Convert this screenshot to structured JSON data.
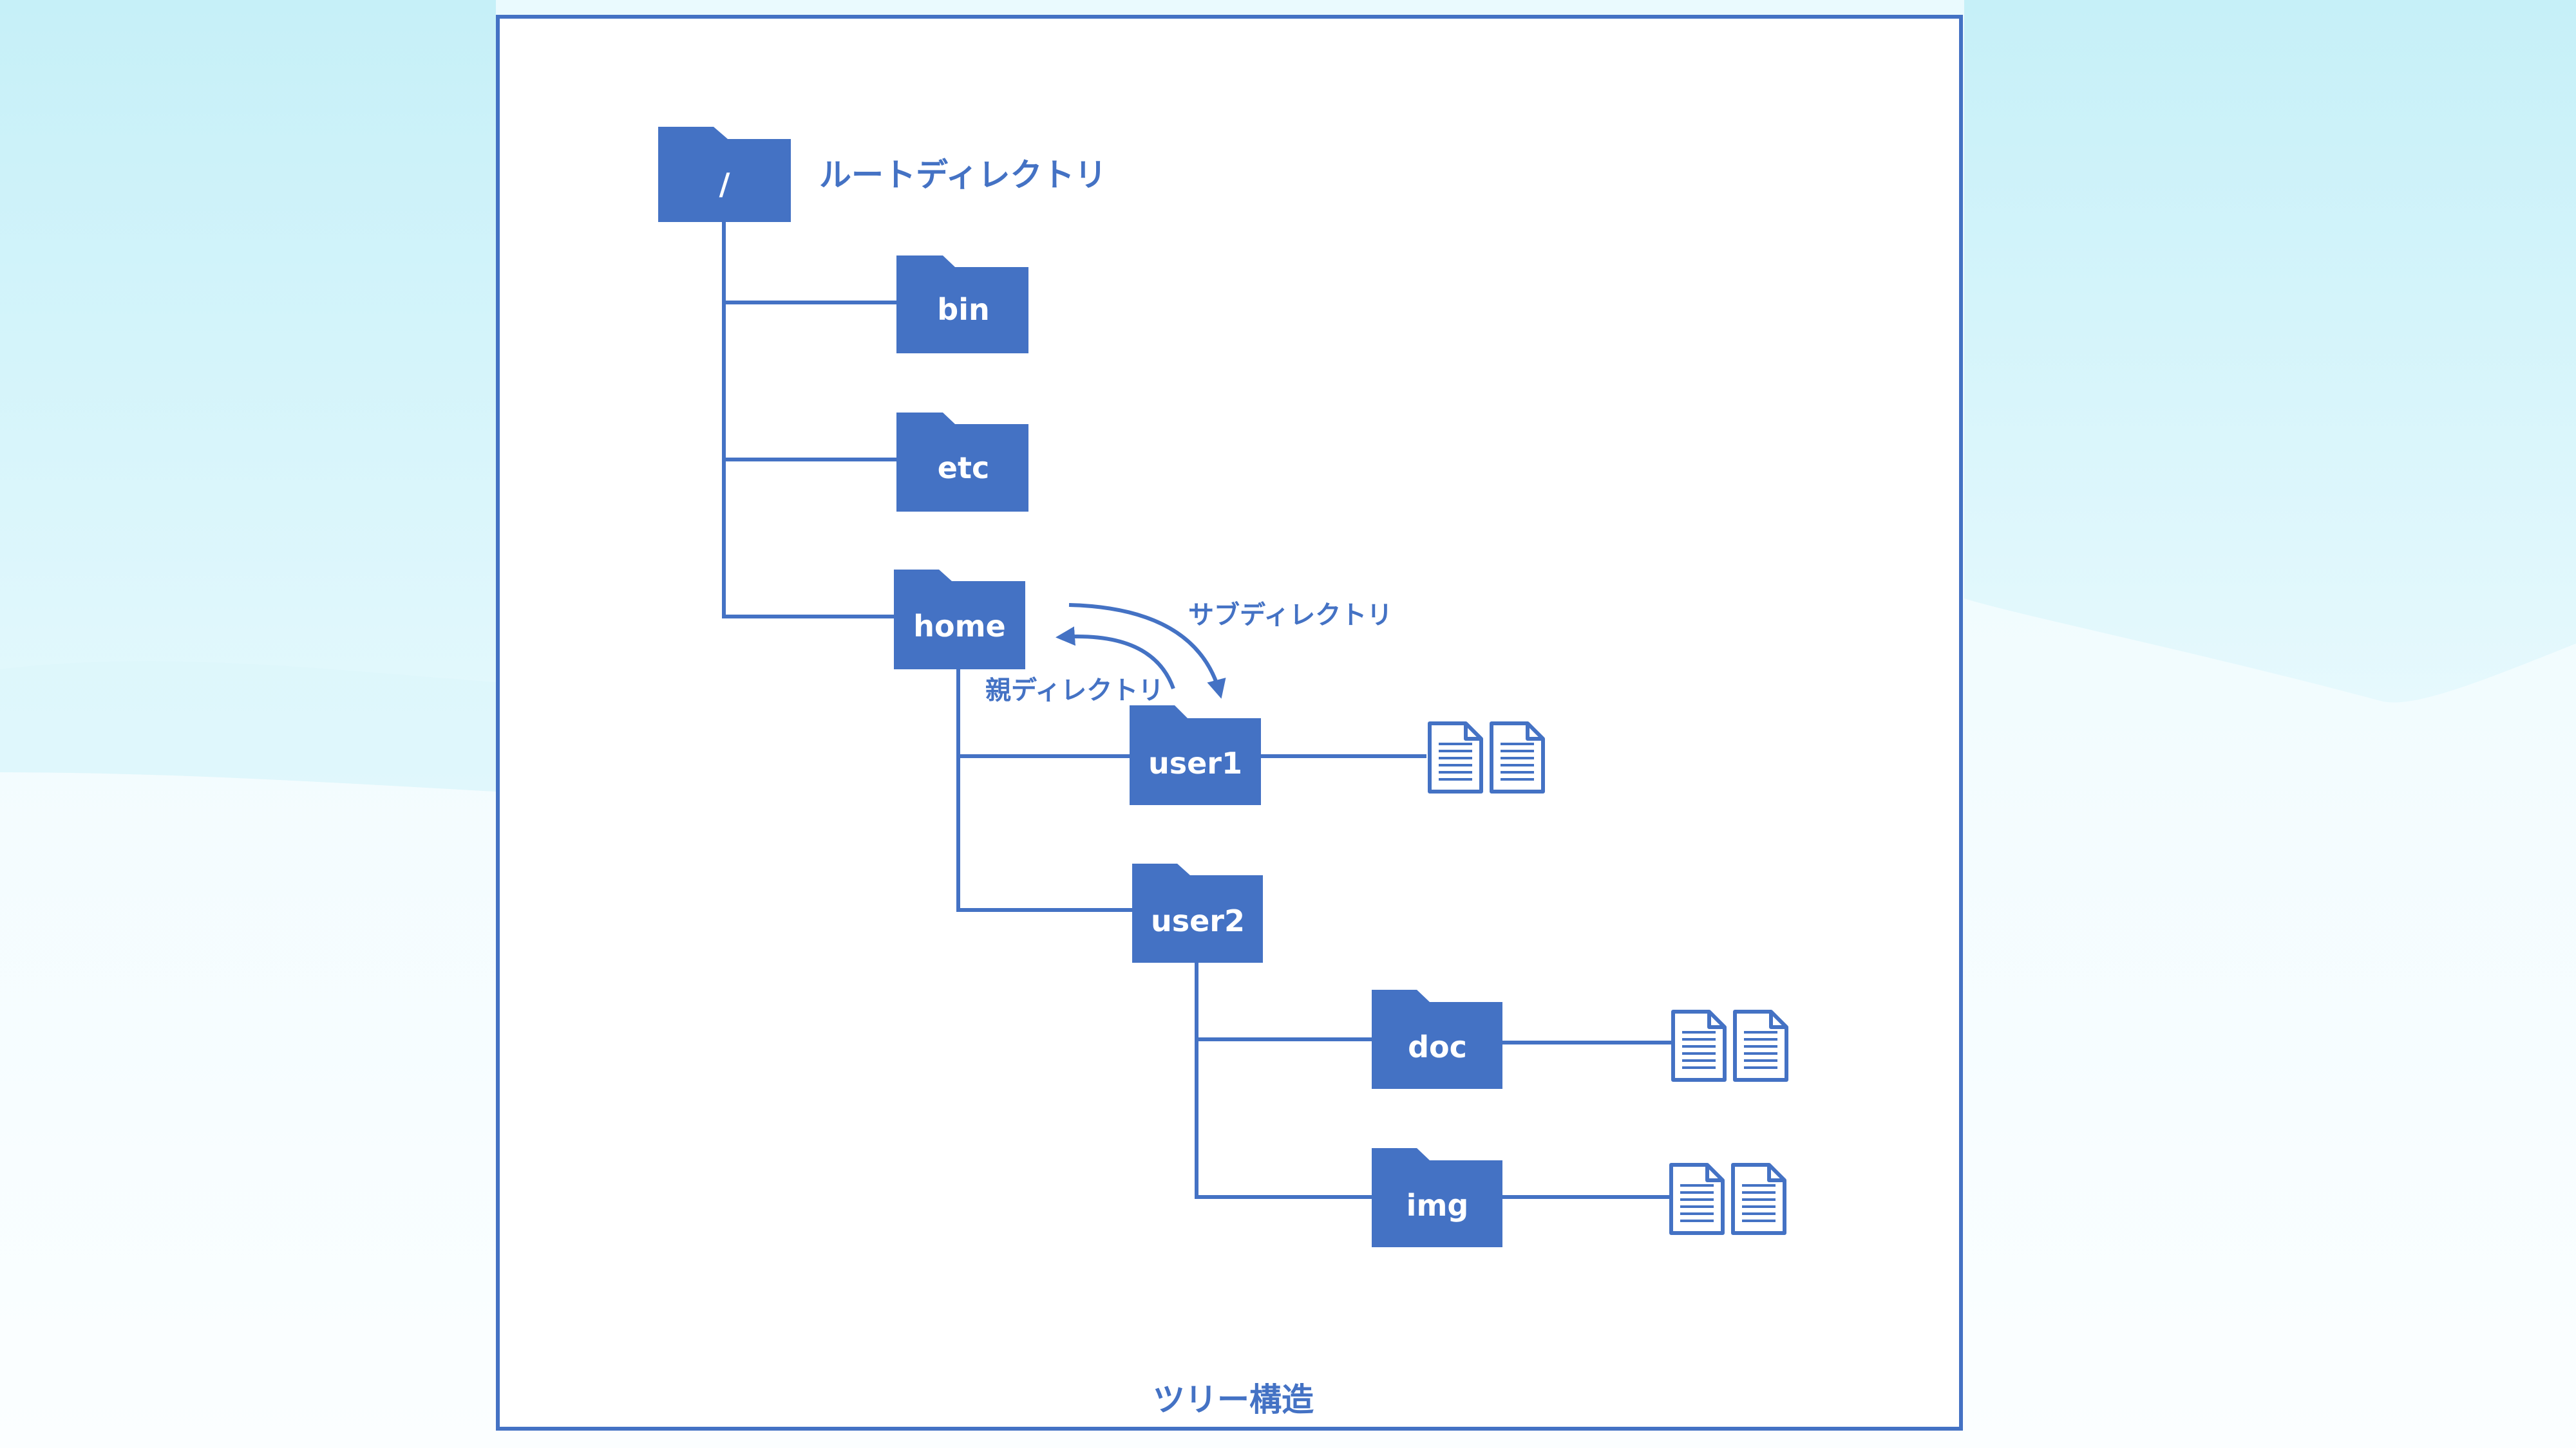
{
  "colors": {
    "accent": "#4472c4",
    "folder_text": "#ffffff",
    "panel_border": "#4472c4",
    "background_top": "#d4f5fb",
    "background_bottom": "#f6fdff"
  },
  "tree": {
    "root": {
      "label": "/",
      "note": "ルートディレクトリ",
      "icon": "folder-icon"
    },
    "folders": [
      {
        "id": "bin",
        "label": "bin",
        "parent": "/"
      },
      {
        "id": "etc",
        "label": "etc",
        "parent": "/"
      },
      {
        "id": "home",
        "label": "home",
        "parent": "/"
      },
      {
        "id": "user1",
        "label": "user1",
        "parent": "home",
        "files": 2
      },
      {
        "id": "user2",
        "label": "user2",
        "parent": "home"
      },
      {
        "id": "doc",
        "label": "doc",
        "parent": "user2",
        "files": 2
      },
      {
        "id": "img",
        "label": "img",
        "parent": "user2",
        "files": 2
      }
    ],
    "relations": {
      "subdirectory": "サブディレクトリ",
      "parent_directory": "親ディレクトリ"
    },
    "file_icon": "document-icon"
  },
  "caption": "ツリー構造"
}
